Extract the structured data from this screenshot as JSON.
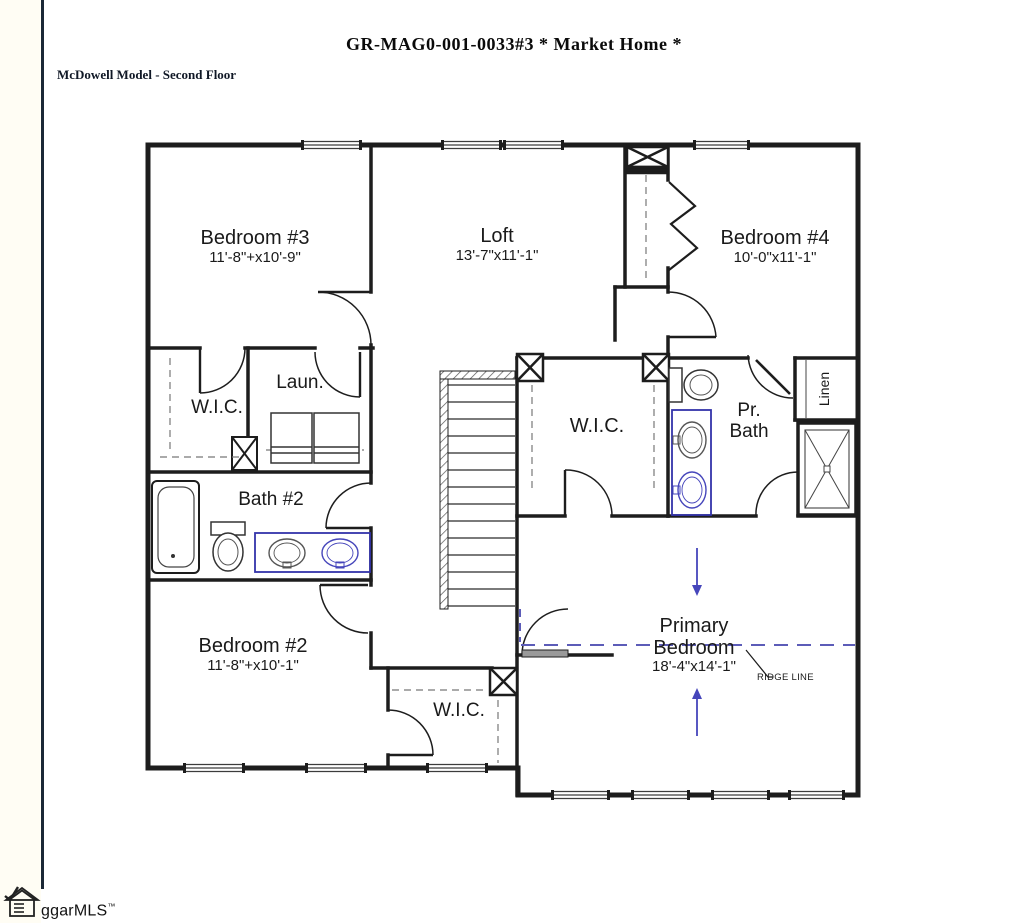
{
  "header": {
    "title": "GR-MAG0-001-0033#3 * Market Home *",
    "subtitle": "McDowell Model - Second Floor"
  },
  "rooms": {
    "bedroom3": {
      "name": "Bedroom #3",
      "dims": "11'-8\"+x10'-9\""
    },
    "loft": {
      "name": "Loft",
      "dims": "13'-7\"x11'-1\""
    },
    "bedroom4": {
      "name": "Bedroom #4",
      "dims": "10'-0\"x11'-1\""
    },
    "wic_upper": {
      "name": "W.I.C."
    },
    "laundry": {
      "name": "Laun."
    },
    "bath2": {
      "name": "Bath #2"
    },
    "wic_primary": {
      "name": "W.I.C."
    },
    "pr_bath": {
      "line1": "Pr.",
      "line2": "Bath"
    },
    "linen": {
      "name": "Linen"
    },
    "bedroom2": {
      "name": "Bedroom #2",
      "dims": "11'-8\"+x10'-1\""
    },
    "wic_bedroom2": {
      "name": "W.I.C."
    },
    "primary_bedroom": {
      "line1": "Primary",
      "line2": "Bedroom",
      "dims": "18'-4\"x14'-1\""
    }
  },
  "annotations": {
    "ridge_line": "RIDGE LINE"
  },
  "logo": {
    "text": "ggarMLS",
    "tm": "™",
    "icon": "house-with-checkmark-icon"
  },
  "colors": {
    "wall": "#1d1d1d",
    "accent_blue": "#4646bb",
    "vanity_blue": "#3333aa",
    "dashed_gray": "#777777",
    "border_navy": "#1b2836"
  }
}
